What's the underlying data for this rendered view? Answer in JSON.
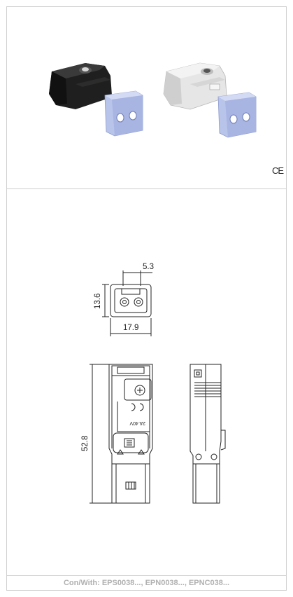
{
  "ce_mark": "CE",
  "dimensions": {
    "pin_spacing": "5.3",
    "front_height": "13.6",
    "front_width": "17.9",
    "total_length": "52.8"
  },
  "rating_label": "2A 40V",
  "footer": {
    "text": "Con/With: EPS0038..., EPN0038..., EPNC038..."
  },
  "colors": {
    "housing_black": "#1f1f1f",
    "housing_white": "#e6e6e6",
    "insert_blue": "#b9c4ea"
  }
}
